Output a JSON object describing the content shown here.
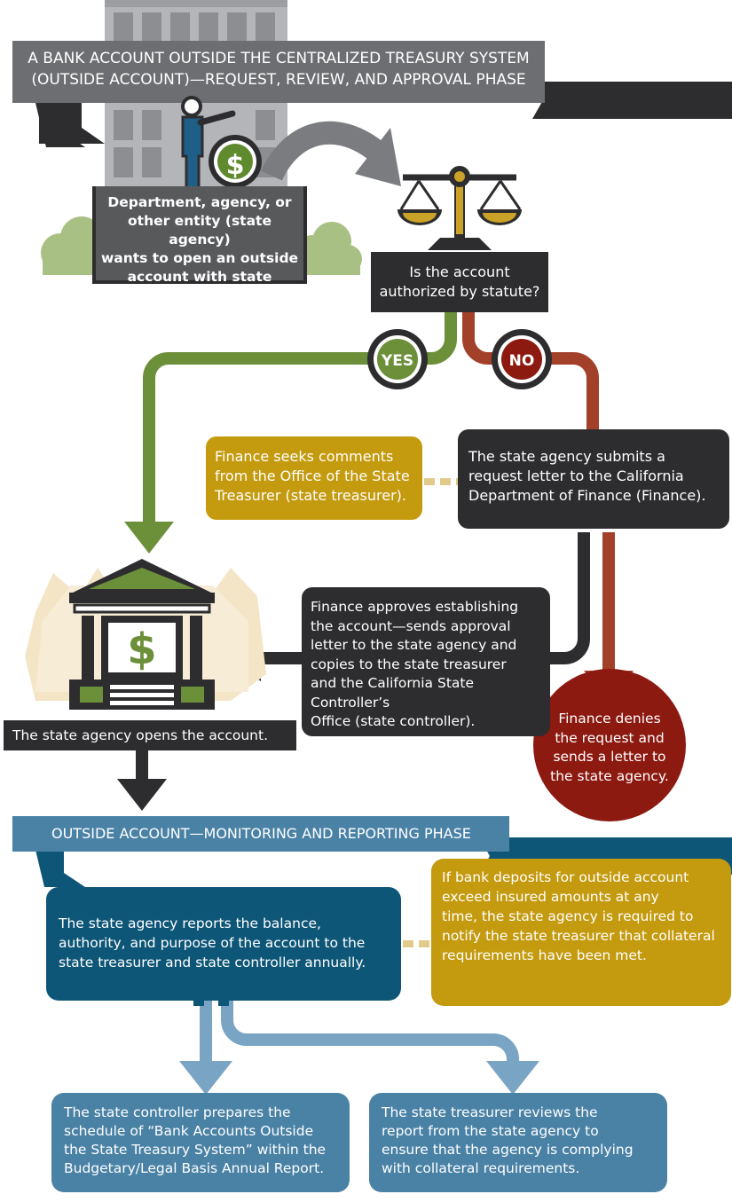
{
  "phase1": {
    "title": "A BANK ACCOUNT OUTSIDE THE CENTRALIZED TREASURY SYSTEM\n(OUTSIDE ACCOUNT)—REQUEST, REVIEW, AND APPROVAL PHASE"
  },
  "start": {
    "text": "Department, agency, or\nother entity (state agency)\nwants to open an outside\naccount with state money.",
    "dollar_symbol": "$"
  },
  "question": {
    "text": "Is the account\nauthorized by statute?"
  },
  "yes_label": "YES",
  "no_label": "NO",
  "finance_comments": {
    "text": "Finance seeks comments\nfrom the Office of the State\nTreasurer (state treasurer)."
  },
  "submit_letter": {
    "text": "The state agency submits a\nrequest letter to the California\nDepartment of Finance (Finance)."
  },
  "approve": {
    "text": "Finance approves establishing\nthe account—sends approval\nletter to the state agency and\ncopies to the state treasurer\nand the California State Controller’s\nOffice (state controller)."
  },
  "deny": {
    "text": "Finance denies\nthe request and\nsends a letter to\nthe state agency."
  },
  "opens": {
    "text": "The state agency opens the account.",
    "dollar_symbol": "$"
  },
  "phase2": {
    "title": "OUTSIDE ACCOUNT—MONITORING AND REPORTING PHASE"
  },
  "report": {
    "text": "The state agency reports the balance,\nauthority, and purpose of the account to the\nstate treasurer and state controller annually."
  },
  "collateral": {
    "text": "If bank deposits for outside account\nexceed insured amounts at any\ntime, the state agency is required to\nnotify the state treasurer that collateral\nrequirements have been met."
  },
  "controller": {
    "text": "The state controller prepares the\nschedule of “Bank Accounts Outside\nthe State Treasury System” within the\nBudgetary/Legal Basis Annual Report."
  },
  "treasurer": {
    "text": "The state treasurer reviews the\nreport from the state agency to\nensure that the agency is complying\nwith collateral requirements."
  },
  "colors": {
    "phase1_banner": "#6d6e71",
    "dark_box": "#2d2d2f",
    "gold": "#c49a0f",
    "green": "#6c8f3a",
    "red": "#8c1a10",
    "rust": "#a3402a",
    "teal": "#0e5678",
    "light_blue": "#4a82a6",
    "arrow_blue": "#7aa4c4"
  }
}
